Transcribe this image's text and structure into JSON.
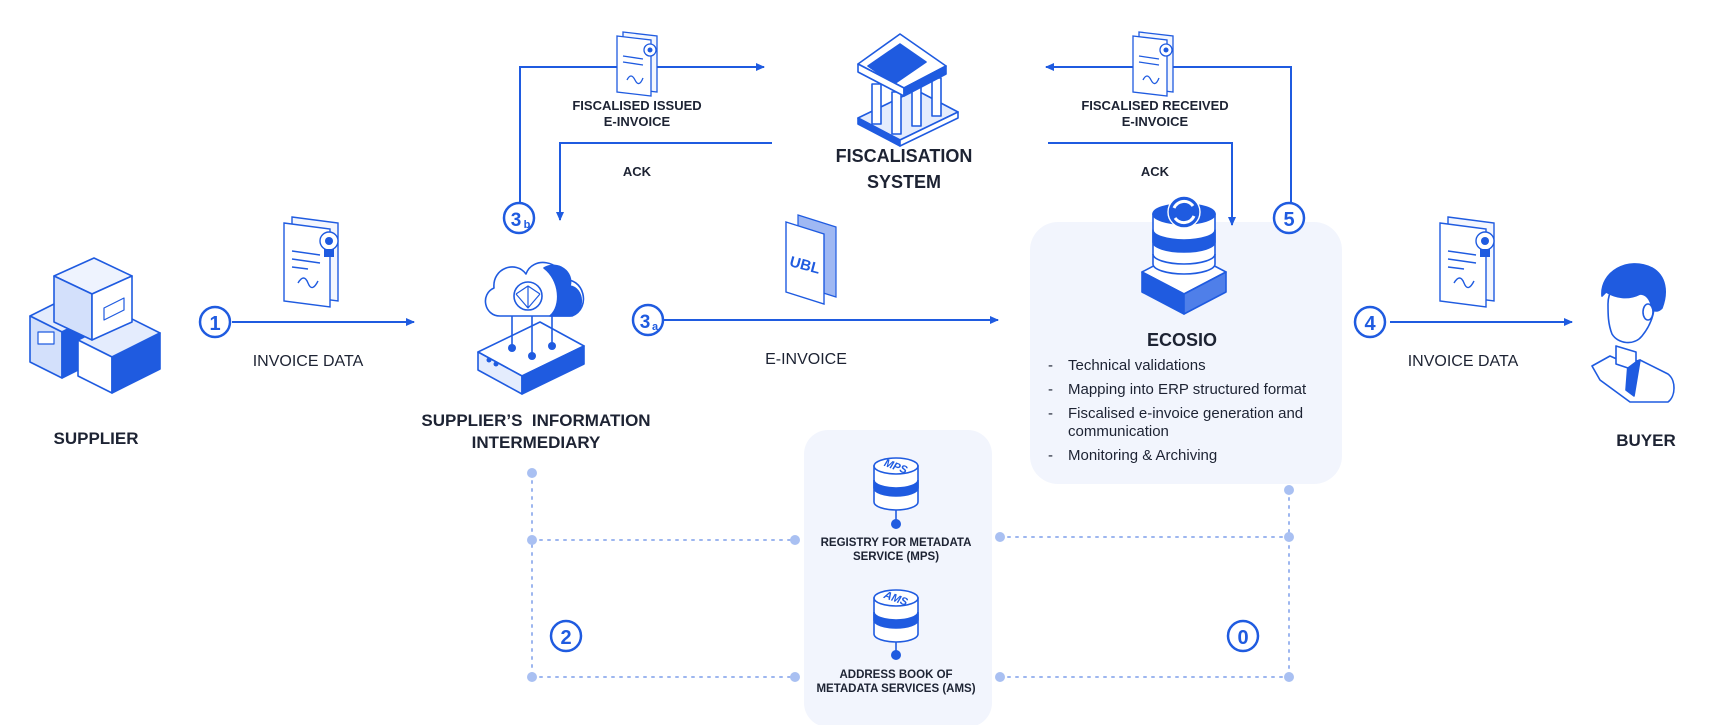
{
  "nodes": {
    "supplier": {
      "label": "SUPPLIER"
    },
    "intermediary": {
      "label_line1": "SUPPLIER’S  INFORMATION",
      "label_line2": "INTERMEDIARY"
    },
    "fiscalisation": {
      "label_line1": "FISCALISATION",
      "label_line2": "SYSTEM"
    },
    "ecosio": {
      "label": "ECOSIO",
      "items": [
        "Technical validations",
        "Mapping into ERP structured format",
        "Fiscalised e-invoice generation and communication",
        "Monitoring & Archiving"
      ]
    },
    "buyer": {
      "label": "BUYER"
    },
    "mps": {
      "label_line1": "REGISTRY FOR METADATA",
      "label_line2": "SERVICE (MPS)",
      "badge": "MPS"
    },
    "ams": {
      "label_line1": "ADDRESS BOOK OF",
      "label_line2": "METADATA SERVICES (AMS)",
      "badge": "AMS"
    }
  },
  "edges": {
    "invoice_data_left": "INVOICE DATA",
    "e_invoice": "E-INVOICE",
    "invoice_data_right": "INVOICE DATA",
    "fiscalised_issued_line1": "FISCALISED ISSUED",
    "fiscalised_issued_line2": "E-INVOICE",
    "ack_left": "ACK",
    "fiscalised_received_line1": "FISCALISED RECEIVED",
    "fiscalised_received_line2": "E-INVOICE",
    "ack_right": "ACK",
    "ubl_badge": "UBL"
  },
  "steps": {
    "s1": "1",
    "s2": "2",
    "s3a_main": "3",
    "s3a_sub": "a",
    "s3b_main": "3",
    "s3b_sub": "b",
    "s4": "4",
    "s5": "5",
    "s0": "0"
  },
  "colors": {
    "primary": "#1f5be0",
    "panel": "#f2f5fd",
    "dotted": "#9db6ef",
    "text": "#1d2333"
  }
}
